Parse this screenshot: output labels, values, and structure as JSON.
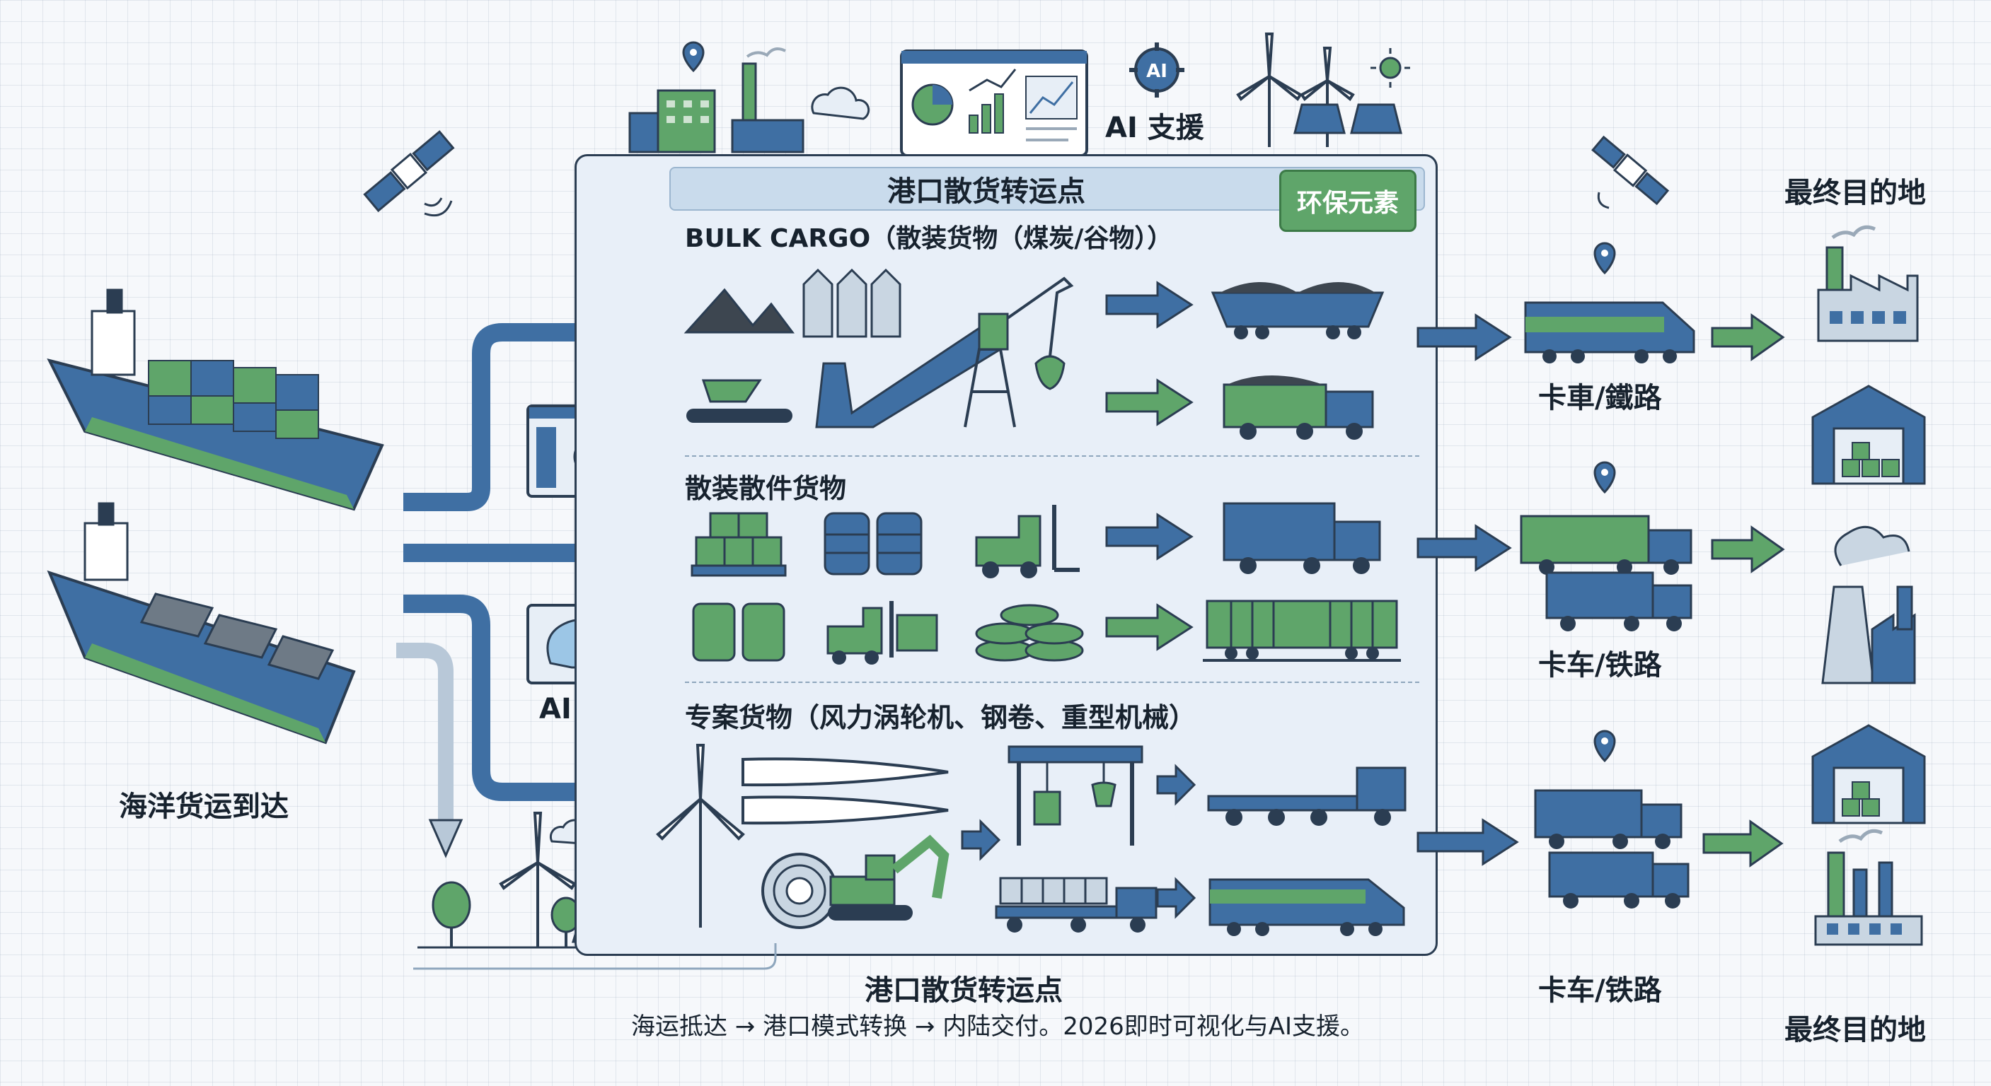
{
  "header": {
    "ai_support_label": "AI 支援"
  },
  "hub": {
    "title": "港口散货转运点",
    "eco_badge": "环保元素",
    "sections": [
      {
        "label": "BULK CARGO（散装货物（煤炭/谷物））"
      },
      {
        "label": "散装散件货物"
      },
      {
        "label": "专案货物（风力涡轮机、钢卷、重型机械）"
      }
    ],
    "side_ai_label": "AI 支援"
  },
  "origin": {
    "label": "海洋货运到达"
  },
  "transport": {
    "labels": [
      "卡車/鐵路",
      "卡车/铁路",
      "卡车/铁路"
    ]
  },
  "destination": {
    "top_label": "最终目的地",
    "bottom_label": "最终目的地"
  },
  "footer": {
    "title": "港口散货转运点",
    "caption": "海运抵达 → 港口模式转换 → 内陆交付。2026即时可视化与AI支援。"
  },
  "icons": {
    "ai_chip": "AI"
  },
  "colors": {
    "navy": "#2b3d52",
    "blue": "#3f6fa3",
    "green": "#5fa56a",
    "hub_bg": "#e8eff8"
  }
}
